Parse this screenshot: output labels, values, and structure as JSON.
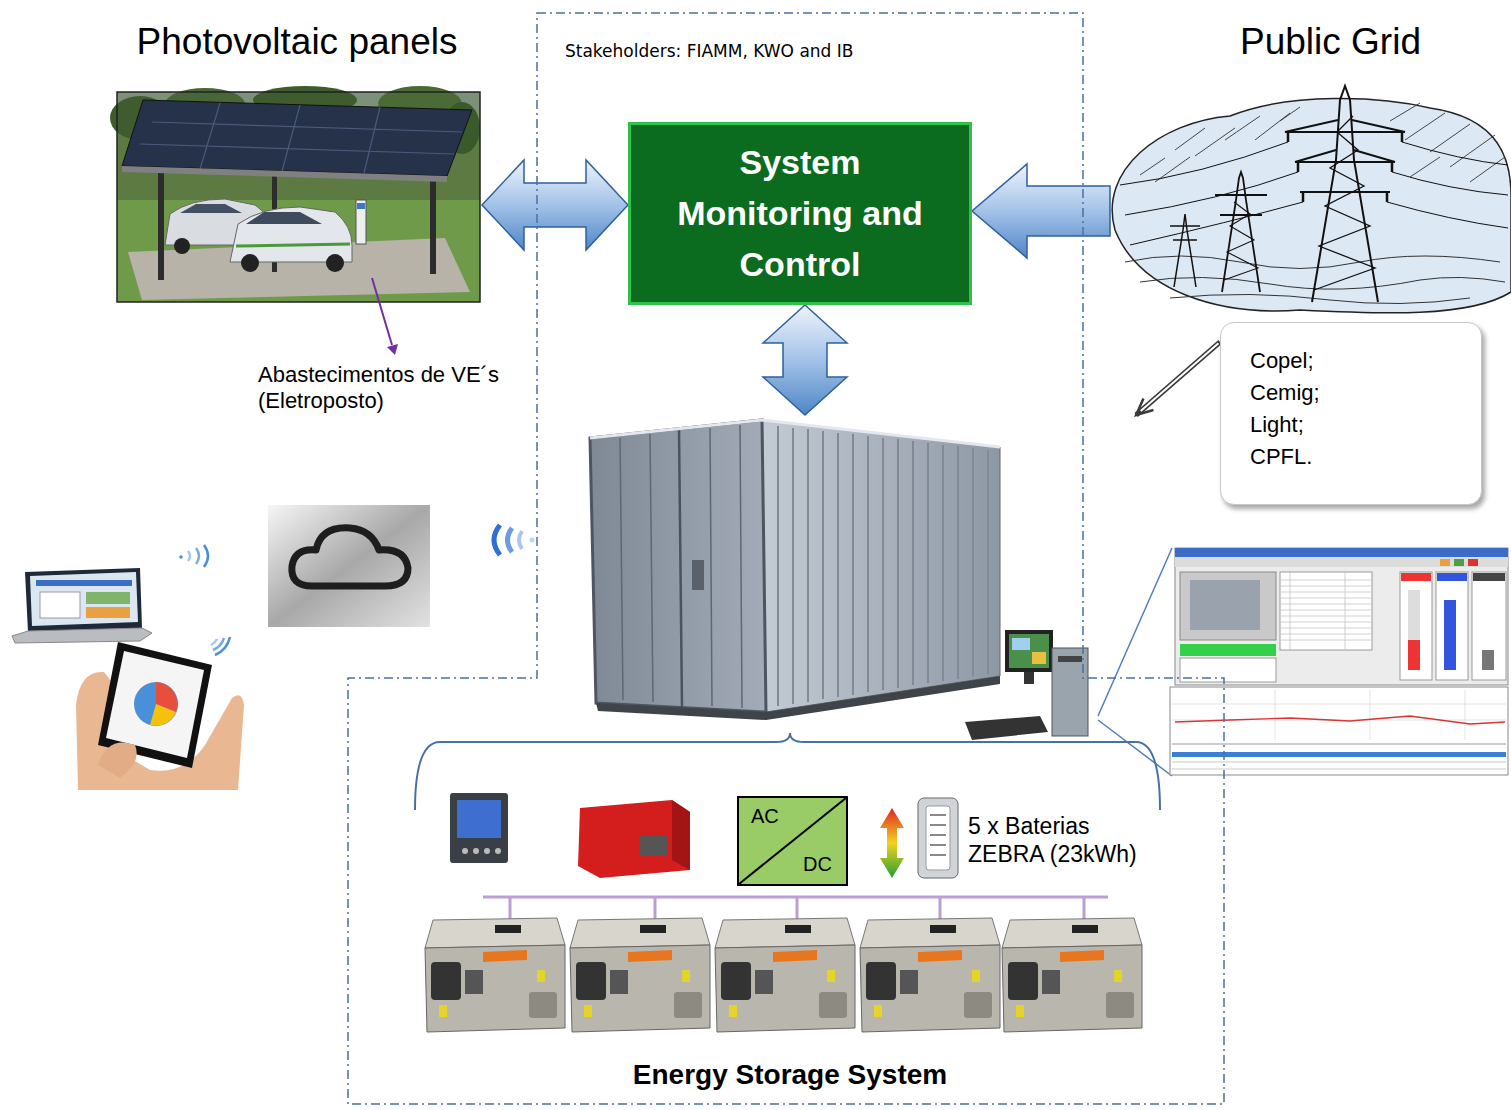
{
  "diagram": {
    "nodes": [
      {
        "text": [
          "Photovoltaic panels"
        ]
      },
      {
        "text": [
          "Stakeholders: FIAMM, KWO and IB"
        ]
      },
      {
        "text": [
          "System Monitoring and Control"
        ],
        "in": 1
      },
      {
        "text": [
          "Public Grid"
        ]
      },
      {
        "text": [
          "Copel; Cemig; Light; CPFL."
        ]
      },
      {
        "text": [
          "5 x Baterias ZEBRA (23kWh)",
          "Energy Storage System"
        ],
        "in": 1
      },
      {
        "text": [
          "AC",
          "DC"
        ],
        "in": 5
      }
    ],
    "edges": [
      {
        "from": 0,
        "to": 2,
        "arrow": "both"
      },
      {
        "from": 3,
        "to": 2,
        "arrow": "to"
      },
      {
        "from": 2,
        "to": 5,
        "arrow": "both"
      },
      {
        "from": 4,
        "to": 5,
        "arrow": "to"
      }
    ],
    "labels": [
      "Abastecimentos de VE´s (Eletroposto)"
    ]
  }
}
